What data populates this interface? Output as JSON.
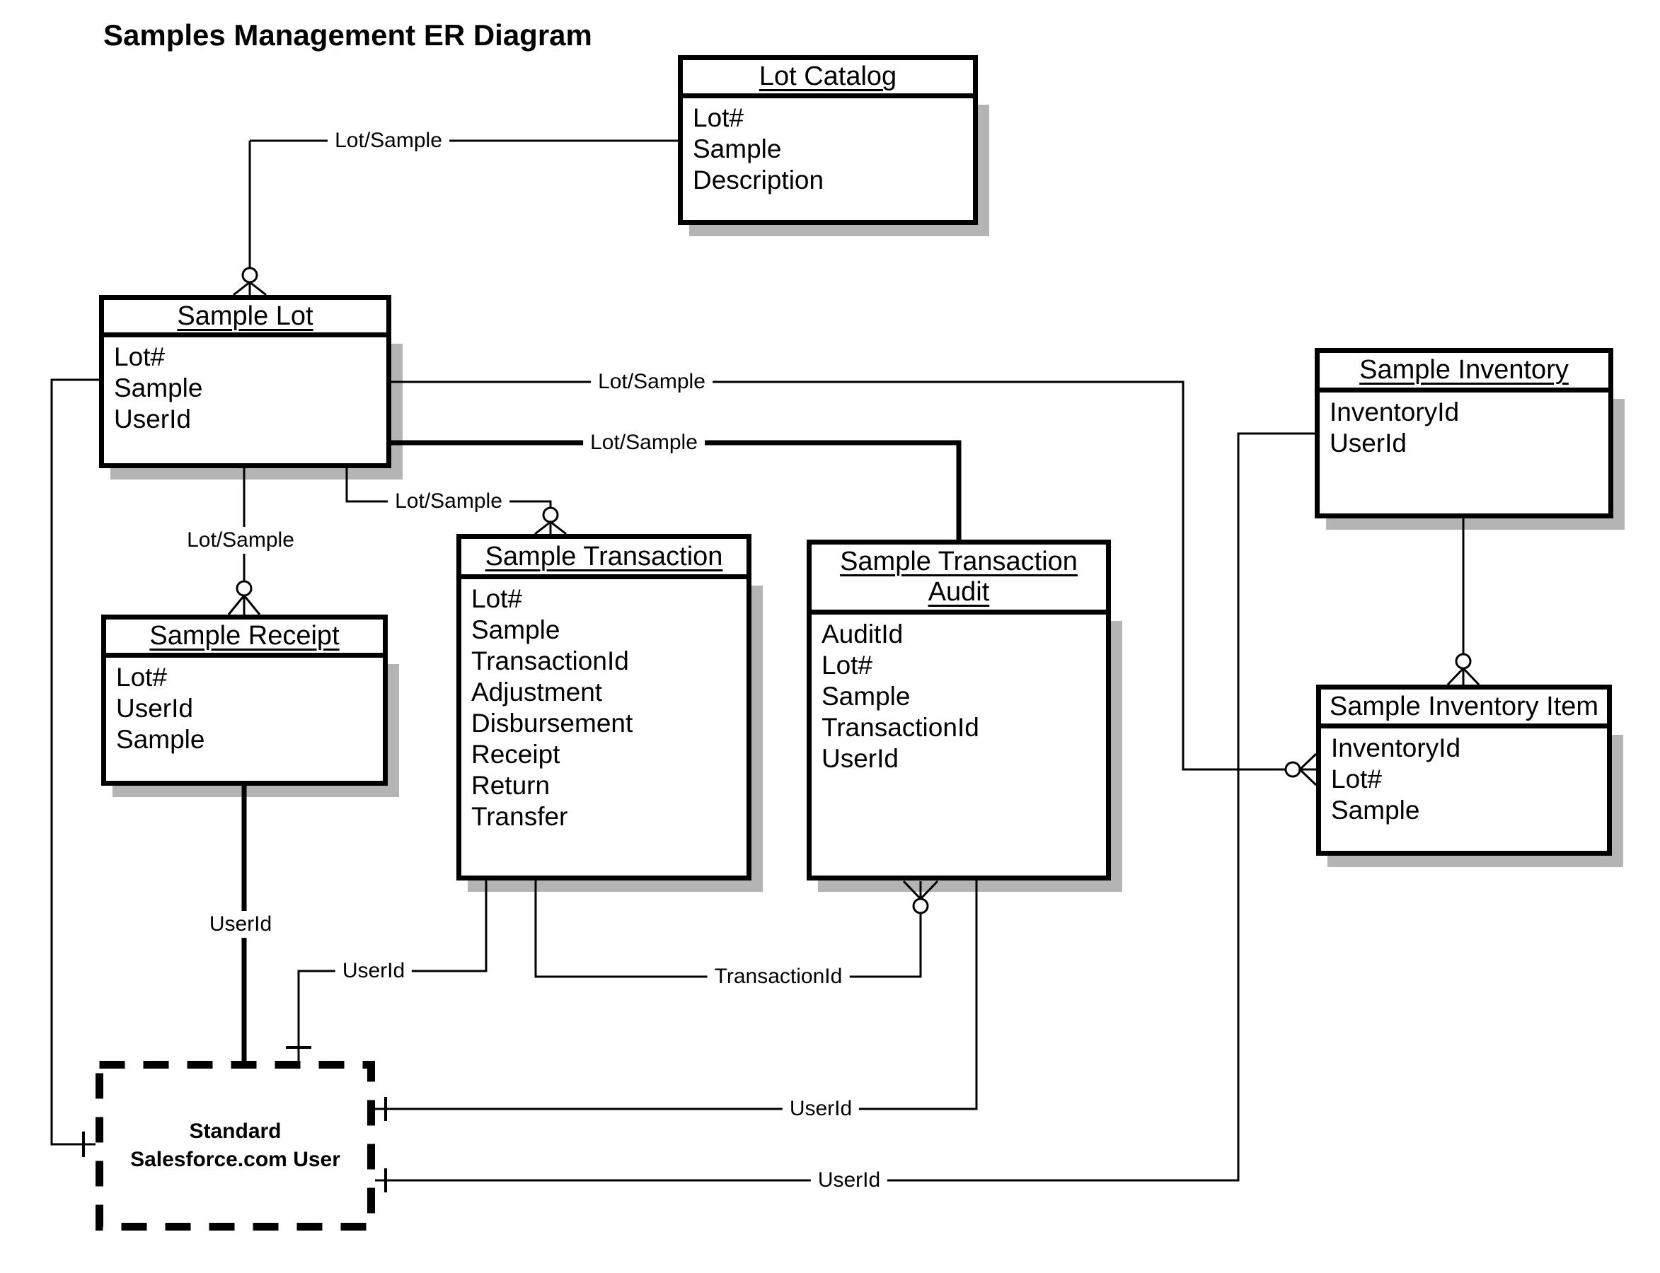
{
  "title": "Samples Management ER Diagram",
  "colors": {
    "line": "#000000",
    "shadow": "#b4b4b4",
    "background": "#ffffff",
    "text": "#000000"
  },
  "entities": [
    {
      "name": "Lot Catalog",
      "fields": [
        "Lot#",
        "Sample",
        "Description"
      ]
    },
    {
      "name": "Sample Lot",
      "fields": [
        "Lot#",
        "Sample",
        "UserId"
      ]
    },
    {
      "name": "Sample Receipt",
      "fields": [
        "Lot#",
        "UserId",
        "Sample"
      ]
    },
    {
      "name": "Sample Transaction",
      "fields": [
        "Lot#",
        "Sample",
        "TransactionId",
        "Adjustment",
        "Disbursement",
        "Receipt",
        "Return",
        "Transfer"
      ]
    },
    {
      "name": "Sample Transaction Audit",
      "name_lines": [
        "Sample Transaction",
        "Audit"
      ],
      "fields": [
        "AuditId",
        "Lot#",
        "Sample",
        "TransactionId",
        "UserId"
      ]
    },
    {
      "name": "Sample Inventory",
      "fields": [
        "InventoryId",
        "UserId"
      ]
    },
    {
      "name": "Sample Inventory Item",
      "fields": [
        "InventoryId",
        "Lot#",
        "Sample"
      ]
    }
  ],
  "user_box": {
    "line1": "Standard",
    "line2": "Salesforce.com User"
  },
  "labels": [
    {
      "id": "lot-sample-catalog",
      "text": "Lot/Sample"
    },
    {
      "id": "lot-sample-inventory",
      "text": "Lot/Sample"
    },
    {
      "id": "lot-sample-audit",
      "text": "Lot/Sample"
    },
    {
      "id": "lot-sample-transaction",
      "text": "Lot/Sample"
    },
    {
      "id": "lot-sample-receipt",
      "text": "Lot/Sample"
    },
    {
      "id": "userid-receipt",
      "text": "UserId"
    },
    {
      "id": "userid-transaction",
      "text": "UserId"
    },
    {
      "id": "transactionid-audit",
      "text": "TransactionId"
    },
    {
      "id": "userid-audit",
      "text": "UserId"
    },
    {
      "id": "userid-inventory",
      "text": "UserId"
    }
  ]
}
